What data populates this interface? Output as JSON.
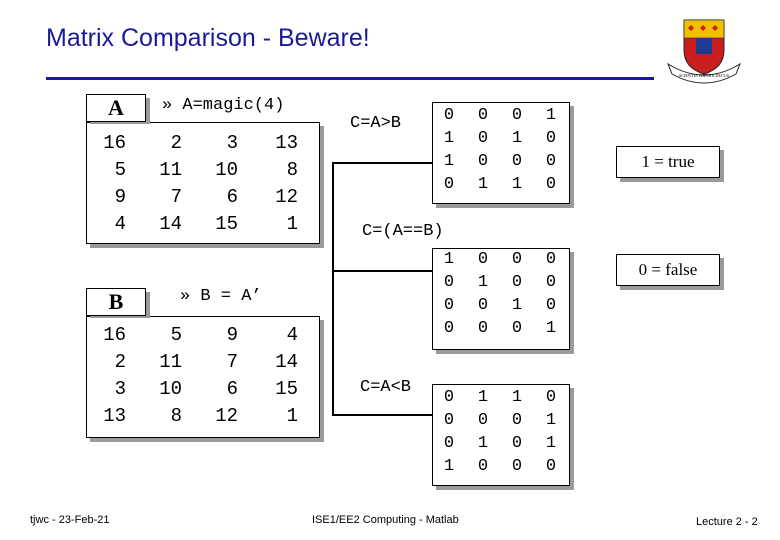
{
  "title": "Matrix Comparison - Beware!",
  "crest": {
    "banner": "SCIENTIA IMPERII DECUS"
  },
  "matrix_a": {
    "label": "A",
    "command": "» A=magic(4)",
    "rows": [
      [
        "16",
        "2",
        "3",
        "13"
      ],
      [
        "5",
        "11",
        "10",
        "8"
      ],
      [
        "9",
        "7",
        "6",
        "12"
      ],
      [
        "4",
        "14",
        "15",
        "1"
      ]
    ]
  },
  "matrix_b": {
    "label": "B",
    "command": "» B = A’",
    "rows": [
      [
        "16",
        "5",
        "9",
        "4"
      ],
      [
        "2",
        "11",
        "7",
        "14"
      ],
      [
        "3",
        "10",
        "6",
        "15"
      ],
      [
        "13",
        "8",
        "12",
        "1"
      ]
    ]
  },
  "gt": {
    "command": "C=A>B",
    "rows": [
      [
        "0",
        "0",
        "0",
        "1"
      ],
      [
        "1",
        "0",
        "1",
        "0"
      ],
      [
        "1",
        "0",
        "0",
        "0"
      ],
      [
        "0",
        "1",
        "1",
        "0"
      ]
    ]
  },
  "eq": {
    "command": "C=(A==B)",
    "rows": [
      [
        "1",
        "0",
        "0",
        "0"
      ],
      [
        "0",
        "1",
        "0",
        "0"
      ],
      [
        "0",
        "0",
        "1",
        "0"
      ],
      [
        "0",
        "0",
        "0",
        "1"
      ]
    ]
  },
  "lt": {
    "command": "C=A<B",
    "rows": [
      [
        "0",
        "1",
        "1",
        "0"
      ],
      [
        "0",
        "0",
        "0",
        "1"
      ],
      [
        "0",
        "1",
        "0",
        "1"
      ],
      [
        "1",
        "0",
        "0",
        "0"
      ]
    ]
  },
  "notes": {
    "true_note": "1 = true",
    "false_note": "0 = false"
  },
  "footer": {
    "left": "tjwc - 23-Feb-21",
    "center": "ISE1/EE2 Computing - Matlab",
    "right": "Lecture 2 - 2"
  }
}
